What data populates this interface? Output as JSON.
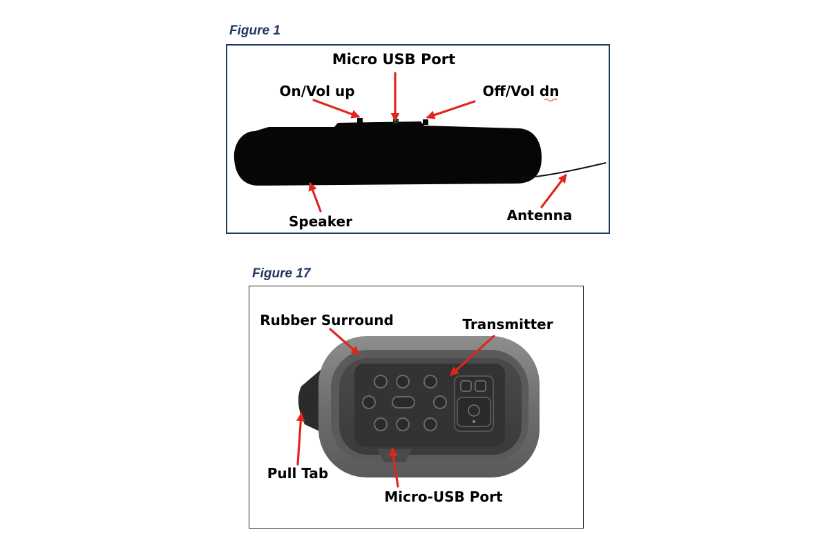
{
  "figure1": {
    "title": "Figure 1",
    "labels": {
      "micro_usb_port": "Micro USB Port",
      "on_vol_up": "On/Vol up",
      "off_vol_dn": "Off/Vol dn",
      "speaker": "Speaker",
      "antenna": "Antenna"
    }
  },
  "figure17": {
    "title": "Figure 17",
    "labels": {
      "rubber_surround": "Rubber Surround",
      "transmitter": "Transmitter",
      "pull_tab": "Pull Tab",
      "micro_usb_port": "Micro-USB Port"
    }
  },
  "colors": {
    "title_blue": "#1f3864",
    "frame1_border": "#1f3864",
    "arrow_red": "#e0261c"
  }
}
